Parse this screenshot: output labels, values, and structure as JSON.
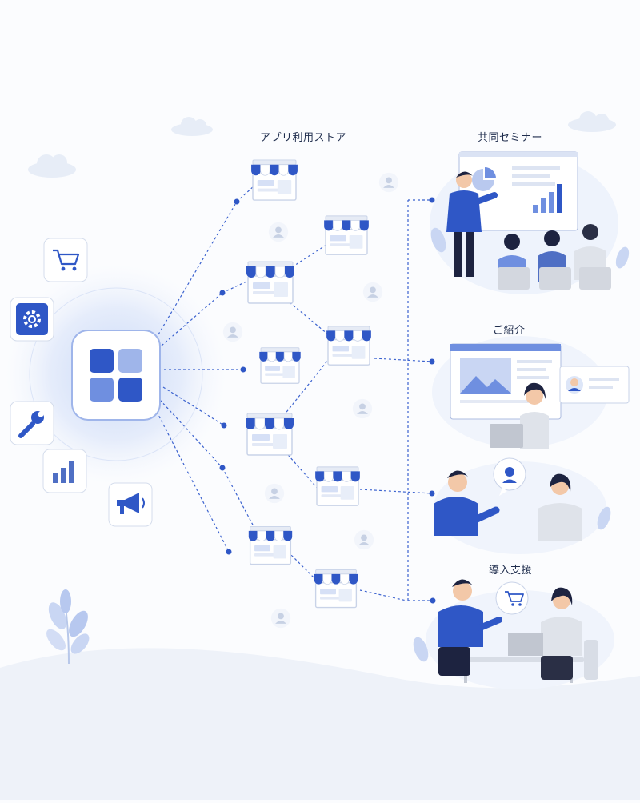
{
  "labels": {
    "store": "アプリ利用ストア",
    "seminar": "共同セミナー",
    "intro": "ご紹介",
    "support": "導入支援"
  },
  "colors": {
    "blue": "#2f57c6",
    "blue_dark": "#1f3f9e",
    "blue_light": "#c9d6f5",
    "line": "#3b62cf",
    "text": "#1f2d4d"
  },
  "icons": [
    "shopping-cart-icon",
    "gear-icon",
    "wrench-icon",
    "bar-chart-icon",
    "megaphone-icon",
    "app-grid-icon",
    "user-icon"
  ]
}
